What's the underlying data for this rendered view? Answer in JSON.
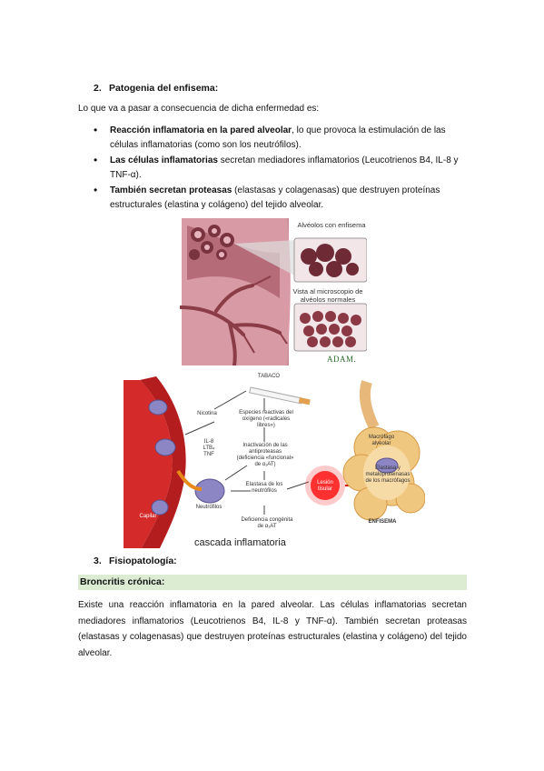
{
  "section2": {
    "number": "2.",
    "title": "Patogenia del enfisema:"
  },
  "intro": "Lo que va a pasar a consecuencia de dicha enfermedad es:",
  "bullets": [
    {
      "bold": "Reacción inflamatoria en la pared alveolar",
      "rest": ", lo que provoca la estimulación de las células inflamatorias (como son los neutrófilos)."
    },
    {
      "bold": "Las células inflamatorias",
      "rest": " secretan mediadores inflamatorios (Leucotrienos B4, IL-8 y TNF-α)."
    },
    {
      "bold": "También secretan proteasas",
      "rest": " (elastasas y colagenasas) que destruyen proteínas estructurales (elastina y colágeno) del tejido alveolar."
    }
  ],
  "figure1": {
    "label_emphysema": "Alvéolos con enfisema",
    "label_normal": "Vista al microscopio de alvéolos normales",
    "credit": "ADAM."
  },
  "figure2": {
    "tabaco": "TABACO",
    "nicotina": "Nicotina",
    "especies": "Especies reactivas del oxígeno («radicales libres»)",
    "mediadores": "IL-8 LTB₄ TNF",
    "inactivacion": "Inactivación de las antiproteasas (deficiencia «funcional» de α₁AT)",
    "elastasa": "Elastasa de los neutrófilos",
    "deficiencia": "Deficiencia congénita de α₁AT",
    "neutrofilos": "Neutrófilos",
    "capilar": "Capilar",
    "lesion": "Lesión tisular",
    "macrofago": "Macrófago alveolar",
    "elastasa_macro": "Elastasa y metaloproteinasas de los macrófagos",
    "enfisema": "ENFISEMA",
    "caption": "cascada inflamatoria"
  },
  "section3": {
    "number": "3.",
    "title": "Fisiopatología:"
  },
  "band_title": "Broncritis crónica:",
  "paragraph": "Existe una reacción inflamatoria en la pared alveolar. Las células inflamatorias secretan mediadores inflamatorios (Leucotrienos B4, IL-8 y TNF-α). También secretan proteasas (elastasas y colagenasas) que destruyen proteínas estructurales (elastina y colágeno) del tejido alveolar."
}
